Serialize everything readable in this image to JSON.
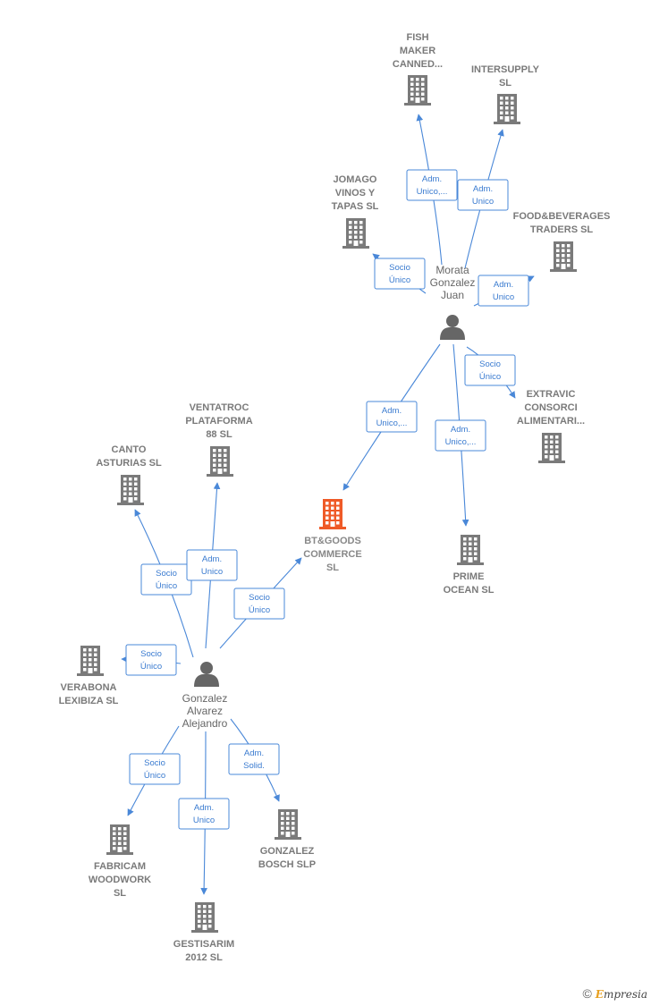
{
  "colors": {
    "edge": "#4a88d8",
    "building": "#7a7a7a",
    "focus_building": "#ef5a27",
    "person": "#666666"
  },
  "icons": {
    "company": "building-icon",
    "person": "person-icon"
  },
  "people": [
    {
      "id": "morata",
      "lines": [
        "Morata",
        "Gonzalez",
        "Juan"
      ]
    },
    {
      "id": "gonzalez_alvarez",
      "lines": [
        "Gonzalez",
        "Alvarez",
        "Alejandro"
      ]
    }
  ],
  "companies": [
    {
      "id": "fish",
      "lines": [
        "FISH",
        "MAKER",
        "CANNED..."
      ]
    },
    {
      "id": "intersupply",
      "lines": [
        "INTERSUPPLY",
        "SL"
      ]
    },
    {
      "id": "jomago",
      "lines": [
        "JOMAGO",
        "VINOS Y",
        "TAPAS SL"
      ]
    },
    {
      "id": "foodbev",
      "lines": [
        "FOOD&BEVERAGES",
        "TRADERS  SL"
      ]
    },
    {
      "id": "extravic",
      "lines": [
        "EXTRAVIC",
        "CONSORCI",
        "ALIMENTARI..."
      ]
    },
    {
      "id": "btgoods",
      "lines": [
        "BT&GOODS",
        "COMMERCE",
        "SL"
      ],
      "focus": true
    },
    {
      "id": "prime",
      "lines": [
        "PRIME",
        "OCEAN  SL"
      ]
    },
    {
      "id": "ventatroc",
      "lines": [
        "VENTATROC",
        "PLATAFORMA",
        "88  SL"
      ]
    },
    {
      "id": "canto",
      "lines": [
        "CANTO",
        "ASTURIAS SL"
      ]
    },
    {
      "id": "verabona",
      "lines": [
        "VERABONA",
        "LEXIBIZA  SL"
      ]
    },
    {
      "id": "fabricam",
      "lines": [
        "FABRICAM",
        "WOODWORK",
        "SL"
      ]
    },
    {
      "id": "gestisarim",
      "lines": [
        "GESTISARIM",
        "2012 SL"
      ]
    },
    {
      "id": "gonzalezbosch",
      "lines": [
        "GONZALEZ",
        "BOSCH  SLP"
      ]
    }
  ],
  "edges": [
    {
      "from": "morata",
      "to": "fish",
      "lines": [
        "Adm.",
        "Unico,..."
      ]
    },
    {
      "from": "morata",
      "to": "intersupply",
      "lines": [
        "Adm.",
        "Unico"
      ]
    },
    {
      "from": "morata",
      "to": "jomago",
      "lines": [
        "Socio",
        "Único"
      ]
    },
    {
      "from": "morata",
      "to": "foodbev",
      "lines": [
        "Adm.",
        "Unico"
      ]
    },
    {
      "from": "morata",
      "to": "extravic",
      "lines": [
        "Socio",
        "Único"
      ]
    },
    {
      "from": "morata",
      "to": "btgoods",
      "lines": [
        "Adm.",
        "Unico,..."
      ]
    },
    {
      "from": "morata",
      "to": "prime",
      "lines": [
        "Adm.",
        "Unico,..."
      ]
    },
    {
      "from": "gonzalez_alvarez",
      "to": "canto",
      "lines": [
        "Socio",
        "Único"
      ]
    },
    {
      "from": "gonzalez_alvarez",
      "to": "ventatroc",
      "lines": [
        "Adm.",
        "Unico"
      ]
    },
    {
      "from": "gonzalez_alvarez",
      "to": "btgoods",
      "lines": [
        "Socio",
        "Único"
      ]
    },
    {
      "from": "gonzalez_alvarez",
      "to": "verabona",
      "lines": [
        "Socio",
        "Único"
      ]
    },
    {
      "from": "gonzalez_alvarez",
      "to": "fabricam",
      "lines": [
        "Socio",
        "Único"
      ]
    },
    {
      "from": "gonzalez_alvarez",
      "to": "gestisarim",
      "lines": [
        "Adm.",
        "Unico"
      ]
    },
    {
      "from": "gonzalez_alvarez",
      "to": "gonzalezbosch",
      "lines": [
        "Adm.",
        "Solid."
      ]
    }
  ],
  "footer": {
    "copyright": "©",
    "brand_initial": "E",
    "brand_rest": "mpresia"
  }
}
